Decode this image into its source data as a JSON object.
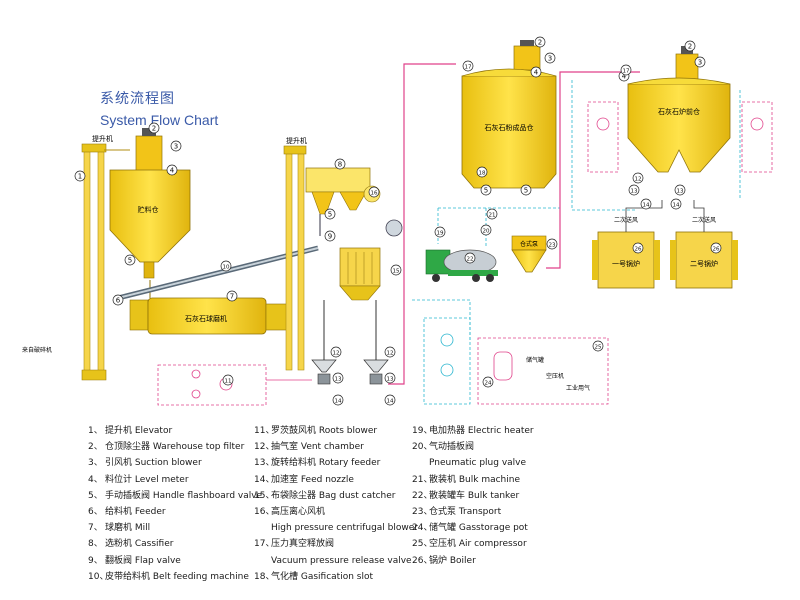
{
  "header": {
    "title_cn": "系统流程图",
    "title_en": "System Flow Chart"
  },
  "diagram": {
    "labels": {
      "elevator_left": "提升机",
      "elevator_mid": "提升机",
      "silo_left": "贮料仓",
      "mill": "石灰石球磨机",
      "finished_silo": "石灰石粉成品仓",
      "lime_silo": "石灰石炉前仓",
      "bulk_tank": "仓式泵",
      "secondary_air_1": "二次送风",
      "secondary_air_2": "二次送风",
      "boiler_1": "一号锅炉",
      "boiler_2": "二号锅炉",
      "gas_tank": "储气罐",
      "air_comp": "空压机",
      "work_air": "工业用气",
      "raw_material": "来自破碎机"
    },
    "callouts": [
      "1",
      "2",
      "3",
      "4",
      "5",
      "6",
      "7",
      "8",
      "9",
      "10",
      "11",
      "12",
      "13",
      "14",
      "15",
      "16",
      "17",
      "18",
      "19",
      "20",
      "21",
      "22",
      "23",
      "24",
      "25",
      "26"
    ]
  },
  "legend": {
    "col1": [
      {
        "n": "1、",
        "t": "提升机 Elevator"
      },
      {
        "n": "2、",
        "t": "仓顶除尘器 Warehouse top filter"
      },
      {
        "n": "3、",
        "t": "引风机 Suction blower"
      },
      {
        "n": "4、",
        "t": "料位计 Level meter"
      },
      {
        "n": "5、",
        "t": "手动插板阀 Handle flashboard valve"
      },
      {
        "n": "6、",
        "t": "给料机 Feeder"
      },
      {
        "n": "7、",
        "t": "球磨机 Mill"
      },
      {
        "n": "8、",
        "t": "选粉机 Cassifier"
      },
      {
        "n": "9、",
        "t": "翻板阀 Flap valve"
      },
      {
        "n": "10、",
        "t": "皮带给料机 Belt feeding machine"
      }
    ],
    "col2": [
      {
        "n": "11、",
        "t": "罗茨鼓风机 Roots blower"
      },
      {
        "n": "12、",
        "t": "抽气室 Vent chamber"
      },
      {
        "n": "13、",
        "t": "旋转给料机 Rotary feeder"
      },
      {
        "n": "14、",
        "t": "加速室 Feed nozzle"
      },
      {
        "n": "15、",
        "t": "布袋除尘器 Bag dust catcher"
      },
      {
        "n": "16、",
        "t": "高压离心风机"
      },
      {
        "n": "",
        "t": "High pressure centrifugal blower"
      },
      {
        "n": "17、",
        "t": "压力真空释放阀"
      },
      {
        "n": "",
        "t": "Vacuum pressure release valve"
      },
      {
        "n": "18、",
        "t": "气化槽 Gasification slot"
      }
    ],
    "col3": [
      {
        "n": "19、",
        "t": "电加热器 Electric heater"
      },
      {
        "n": "20、",
        "t": "气动插板阀"
      },
      {
        "n": "",
        "t": "Pneumatic plug valve"
      },
      {
        "n": "21、",
        "t": "散装机 Bulk machine"
      },
      {
        "n": "22、",
        "t": "散装罐车 Bulk tanker"
      },
      {
        "n": "23、",
        "t": "仓式泵 Transport"
      },
      {
        "n": "24、",
        "t": "储气罐 Gasstorage pot"
      },
      {
        "n": "25、",
        "t": "空压机 Air compressor"
      },
      {
        "n": "26、",
        "t": "锅炉 Boiler"
      }
    ]
  },
  "colors": {
    "yellow": "#f4d21c",
    "yellow_dark": "#c9a40e",
    "pipe_pink": "#e0428a",
    "pipe_cyan": "#2ab6cf",
    "text_blue": "#3a5aa8"
  }
}
